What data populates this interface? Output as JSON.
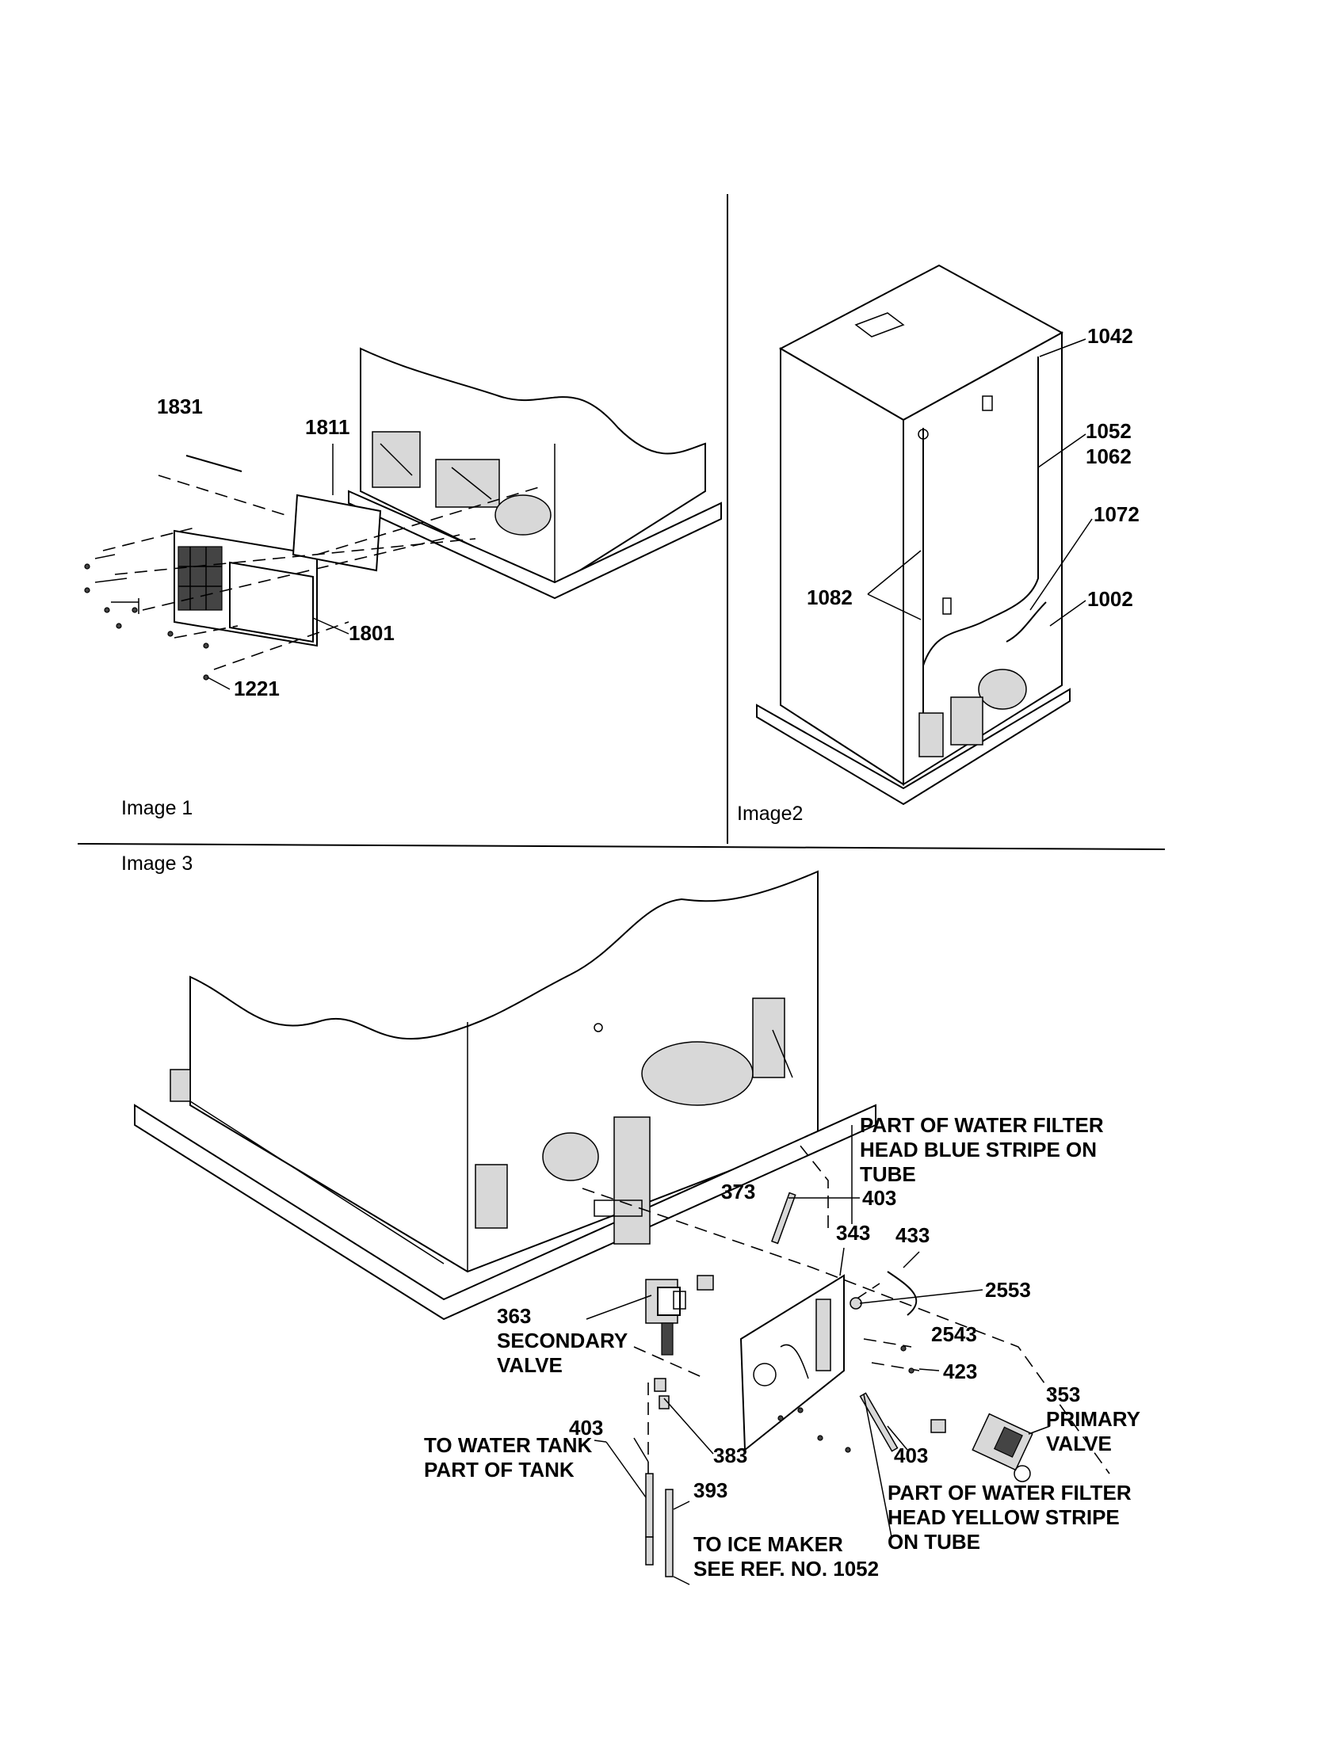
{
  "panels": [
    {
      "id": "image1",
      "caption": "Image 1"
    },
    {
      "id": "image2",
      "caption": "Image2"
    },
    {
      "id": "image3",
      "caption": "Image 3"
    }
  ],
  "image1_labels": {
    "p1831": "1831",
    "p1811": "1811",
    "p1801": "1801",
    "p1221": "1221"
  },
  "image2_labels": {
    "p1042": "1042",
    "p1052": "1052",
    "p1062": "1062",
    "p1072": "1072",
    "p1082": "1082",
    "p1002": "1002"
  },
  "image3_labels": {
    "p373": "373",
    "p403a": "403",
    "p343": "343",
    "p433": "433",
    "p2553": "2553",
    "p2543": "2543",
    "p423": "423",
    "p363": "363",
    "secondary_valve_1": "SECONDARY",
    "secondary_valve_2": "VALVE",
    "p353": "353",
    "primary_valve_1": "PRIMARY",
    "primary_valve_2": "VALVE",
    "p403b": "403",
    "p383": "383",
    "p403c": "403",
    "p393": "393",
    "water_tank_1": "TO WATER TANK",
    "water_tank_2": "PART OF TANK",
    "ice_maker_1": "TO ICE MAKER",
    "ice_maker_2": "SEE REF. NO. 1052",
    "blue_stripe_1": "PART OF WATER FILTER",
    "blue_stripe_2": "HEAD BLUE STRIPE ON",
    "blue_stripe_3": "TUBE",
    "yellow_stripe_1": "PART OF WATER FILTER",
    "yellow_stripe_2": "HEAD YELLOW STRIPE",
    "yellow_stripe_3": "ON TUBE"
  }
}
